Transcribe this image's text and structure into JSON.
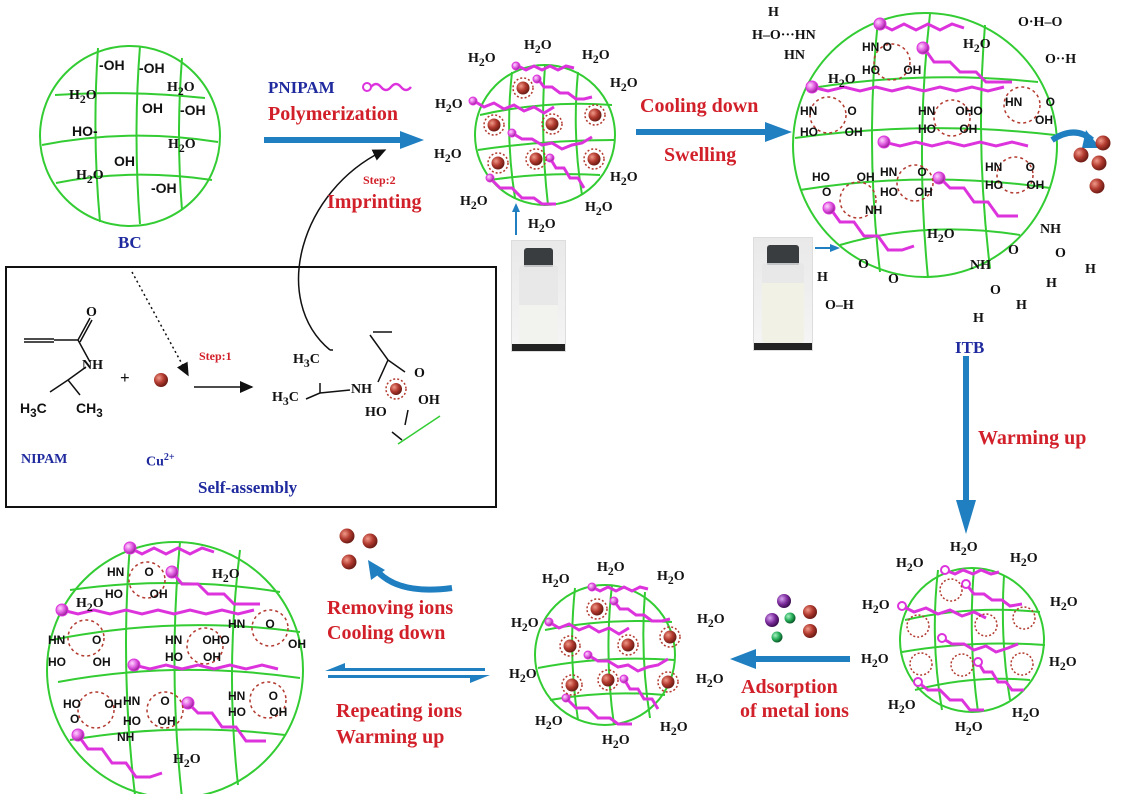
{
  "title": "PNIPAM/BC ion-imprinted thermo-responsive adsorbent preparation and cycle",
  "colors": {
    "network_green": "#33cc33",
    "polymer_magenta": "#dd33dd",
    "arrow_blue": "#1f7fc0",
    "label_red": "#d2202a",
    "label_blue": "#1f2a9e",
    "ion_red": "#b23a2f",
    "ion_purple": "#7a2a9a",
    "ion_green": "#22aa55"
  },
  "bc": {
    "label": "BC",
    "groups": [
      "-OH",
      "-OH",
      "H2O",
      "H2O",
      "OH",
      "-OH",
      "HO-",
      "H2O",
      "OH",
      "H2O",
      "-OH"
    ]
  },
  "step_polymerization": {
    "polymer_label": "PNIPAM",
    "process_label": "Polymerization",
    "step_label": "Step:2",
    "step_process": "Imprinting"
  },
  "self_assembly_box": {
    "monomer_label": "NIPAM",
    "ion_label": "Cu",
    "ion_charge": "2+",
    "plus": "+",
    "step_label": "Step:1",
    "box_title": "Self-assembly",
    "monomer_groups": {
      "o": "O",
      "nh": "NH",
      "ch3_left": "H3C",
      "ch3_right": "CH3"
    },
    "complex_groups": {
      "ch3_top": "H3C",
      "ch3_bottom": "H3C",
      "nh": "NH",
      "o": "O",
      "ho": "HO",
      "oh": "OH"
    }
  },
  "imprinted_sphere": {
    "water_label": "H2O"
  },
  "cooling_step": {
    "line1": "Cooling down",
    "line2": "Swelling"
  },
  "itb": {
    "label": "ITB",
    "groups": [
      "HN",
      "HN",
      "HO",
      "OH",
      "O",
      "H2O",
      "NH",
      "NH",
      "O",
      "H"
    ]
  },
  "warming_step": {
    "label": "Warming up"
  },
  "adsorption_step": {
    "line1": "Adsorption",
    "line2": "of metal ions"
  },
  "cycle_step": {
    "top_line1": "Removing ions",
    "top_line2": "Cooling down",
    "bottom_line1": "Repeating ions",
    "bottom_line2": "Warming up"
  }
}
